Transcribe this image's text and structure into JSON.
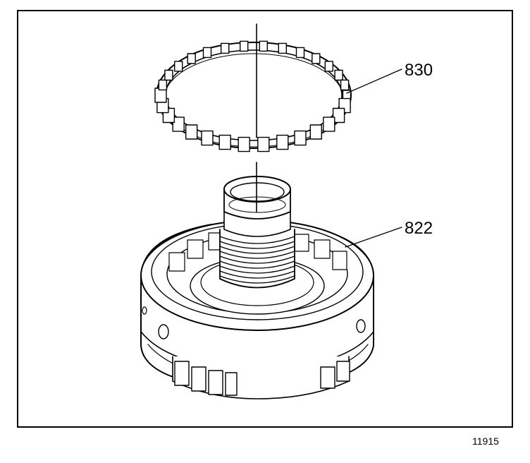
{
  "callouts": {
    "ring": "830",
    "housing": "822"
  },
  "figure_number": "11915"
}
